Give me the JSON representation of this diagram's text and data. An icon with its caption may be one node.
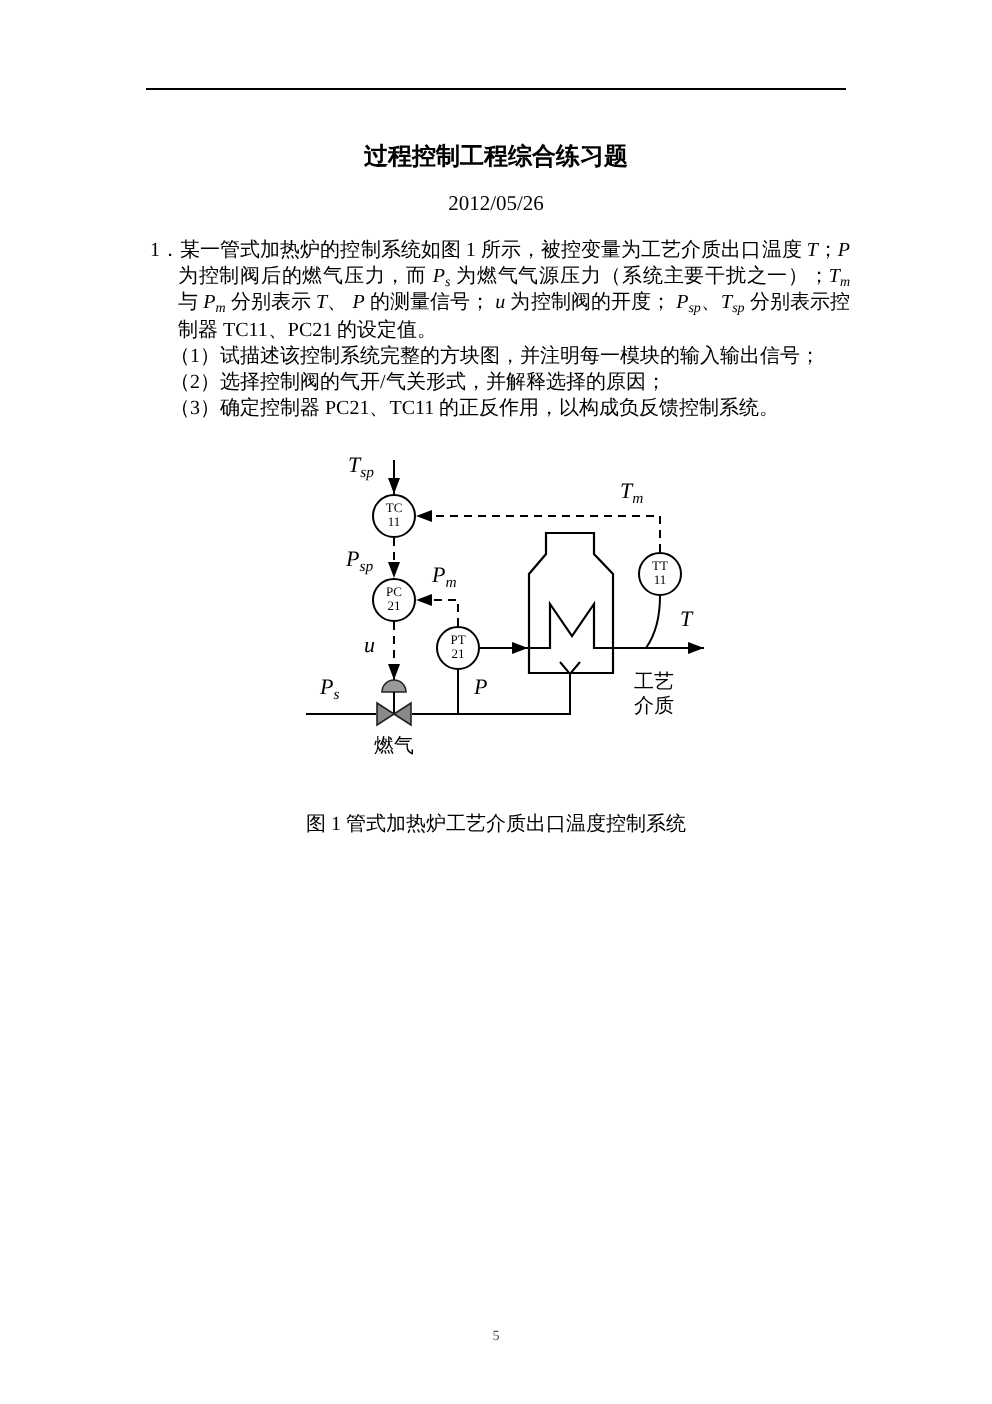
{
  "diagram": {
    "title": "过程控制工程综合练习题",
    "caption": "图 1 管式加热炉工艺介质出口温度控制系统",
    "nodes": [
      {
        "text": [
          "TC 11"
        ]
      },
      {
        "text": [
          "PC 21"
        ]
      },
      {
        "text": [
          "PT 21"
        ]
      },
      {
        "text": [
          "TT 11"
        ]
      },
      {
        "text": [],
        "shape": "picture"
      },
      {
        "text": [],
        "shape": "valve",
        "beside": [
          "燃气"
        ]
      }
    ],
    "edges": [
      {
        "from": null,
        "to": 0,
        "arrow": "to",
        "label": "T$_{sp}$"
      },
      {
        "from": 0,
        "to": 1,
        "arrow": "to",
        "style": "dashed",
        "label": "P$_{sp}$"
      },
      {
        "from": 1,
        "to": 5,
        "arrow": "to",
        "style": "dashed",
        "label": "u"
      },
      {
        "from": 2,
        "to": 1,
        "arrow": "to",
        "style": "dashed",
        "label": "P$_{m}$"
      },
      {
        "from": 3,
        "to": 0,
        "arrow": "to",
        "style": "dashed",
        "label": "T$_{m}$"
      },
      {
        "from": null,
        "to": 5,
        "arrow": "none",
        "label": "P$_{s}$"
      },
      {
        "from": 5,
        "to": 4,
        "arrow": "other",
        "label": "P"
      },
      {
        "from": 2,
        "to": null,
        "arrow": "none"
      },
      {
        "from": 2,
        "to": 4,
        "arrow": "to"
      },
      {
        "from": 4,
        "to": null,
        "arrow": "to",
        "label": "T"
      },
      {
        "from": 3,
        "to": null,
        "arrow": "none"
      }
    ],
    "labels": [
      "2012/05/26",
      "1．某一管式加热炉的控制系统如图 1 所示，被控变量为工艺介质出口温度 *T*；*P* 为控制阀后的燃气压力，而 *P*$_{s}$ 为燃气气源压力（系统主要干扰之一）；*T*$_{m}$ 与 *P*$_{m}$ 分别表示 *T*、 *P* 的测量信号； *u* 为控制阀的开度； *P*$_{sp}$、*T*$_{sp}$ 分别表示控制器 TC11、PC21 的设定值。",
      "（1）试描述该控制系统完整的方块图，并注明每一模块的输入输出信号；",
      "（2）选择控制阀的气开/气关形式，并解释选择的原因；",
      "（3）确定控制器 PC21、TC11 的正反作用，以构成负反馈控制系统。",
      "工艺介质",
      "5"
    ]
  }
}
